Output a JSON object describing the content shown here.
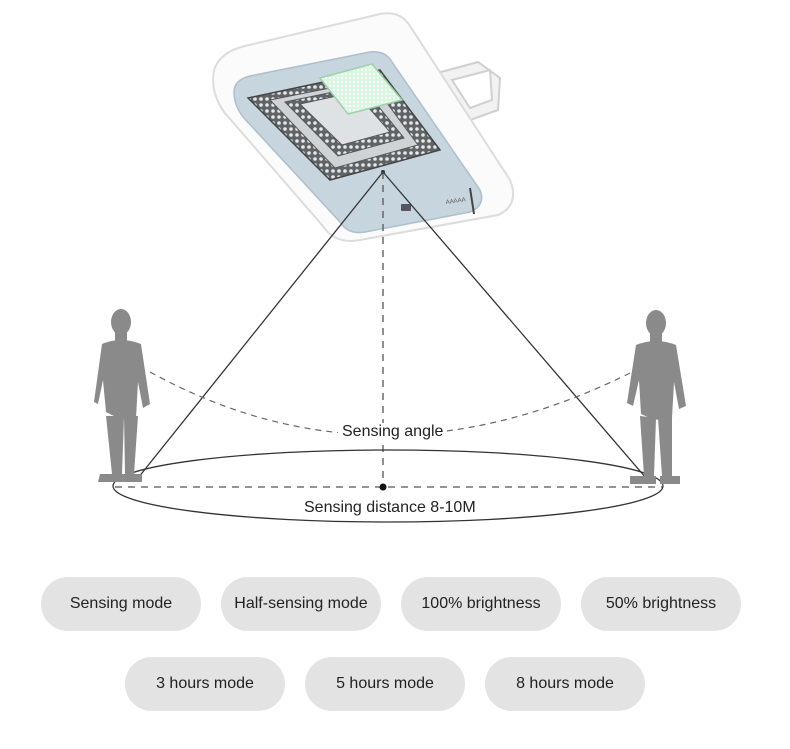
{
  "diagram": {
    "angle_label": "Sensing angle",
    "distance_label": "Sensing distance 8-10M",
    "lamp_marking": "AAAAA"
  },
  "modes": {
    "row1": [
      "Sensing mode",
      "Half-sensing mode",
      "100% brightness",
      "50% brightness"
    ],
    "row2": [
      "3 hours mode",
      "5 hours mode",
      "8 hours mode"
    ]
  },
  "colors": {
    "pill_bg": "#e3e3e3",
    "silhouette": "#8a8a8a",
    "lamp_panel": "#c7d5df",
    "led_glow": "#e9fff0"
  }
}
